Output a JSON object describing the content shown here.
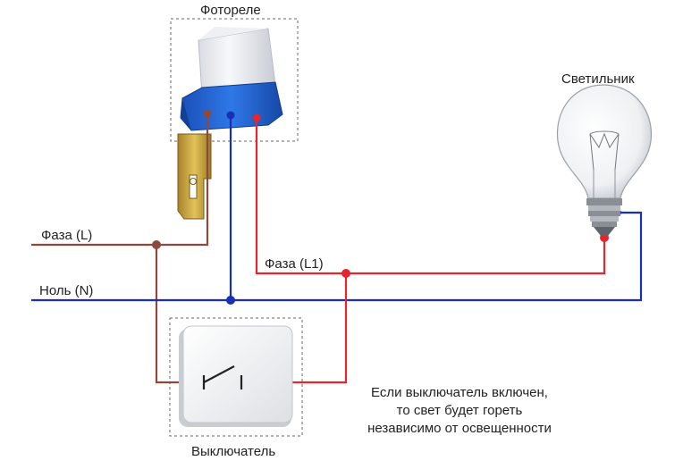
{
  "labels": {
    "photorelay": "Фотореле",
    "lamp": "Светильник",
    "phase_l": "Фаза (L)",
    "neutral_n": "Ноль (N)",
    "phase_l1": "Фаза (L1)",
    "switch": "Выключатель"
  },
  "note": {
    "line1": "Если выключатель включен,",
    "line2": "то свет будет гореть",
    "line3": "независимо от освещенности"
  },
  "colors": {
    "phase": "#8b4a3c",
    "neutral": "#1a2fb5",
    "phase_l1": "#e3262f",
    "relay_body": "#1e5fd0",
    "relay_cap": "#eef0f4",
    "bracket": "#c9a23a",
    "dashed_border": "#666666"
  },
  "icons": [
    "photorelay-icon",
    "lamp-icon",
    "switch-icon"
  ]
}
